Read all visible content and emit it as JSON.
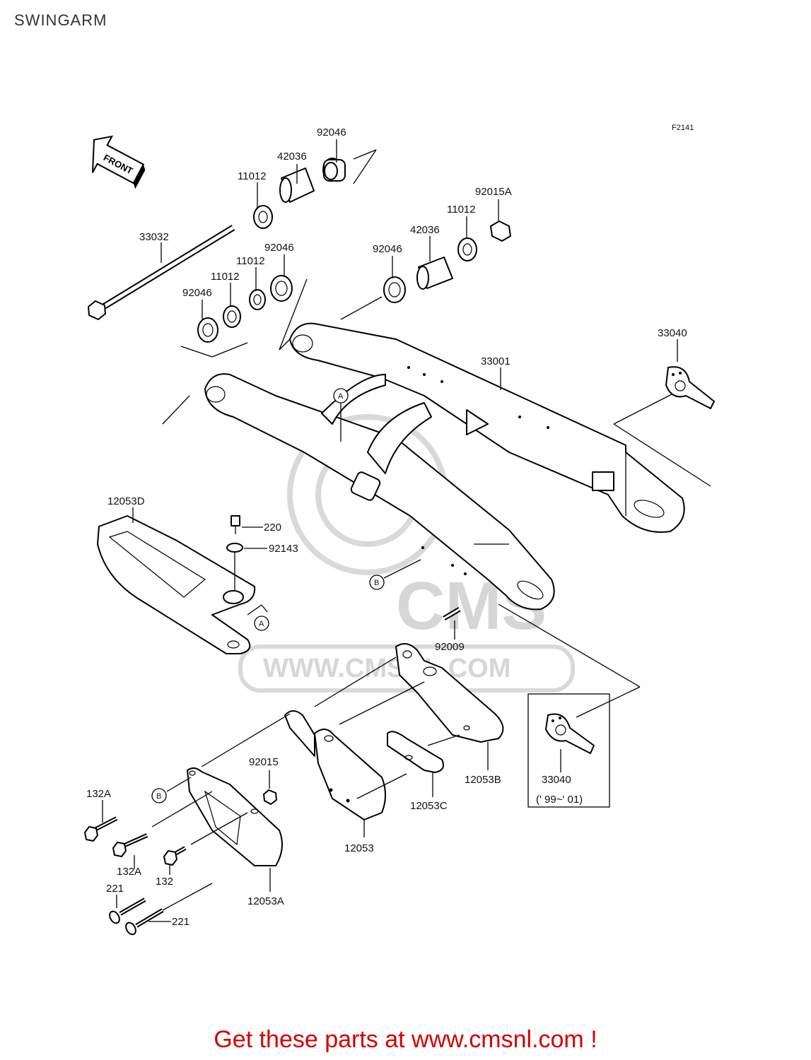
{
  "title": "SWINGARM",
  "figure_ref": "F2141",
  "front_label": "FRONT",
  "watermark": {
    "brand": "CMS",
    "url": "WWW.CMSNL.COM"
  },
  "callouts": {
    "c92046_top": "92046",
    "c42036_top": "42036",
    "c11012_top": "11012",
    "c33032": "33032",
    "c92046_l1": "92046",
    "c11012_l1": "11012",
    "c11012_l2": "11012",
    "c92046_l2": "92046",
    "c92015A": "92015A",
    "c11012_r": "11012",
    "c42036_r": "42036",
    "c92046_r": "92046",
    "c33001": "33001",
    "c33040_top": "33040",
    "ref_A1": "A",
    "ref_B1": "B",
    "c12053D": "12053D",
    "c220": "220",
    "c92143": "92143",
    "ref_A2": "A",
    "c92009": "92009",
    "c92015": "92015",
    "c12053B": "12053B",
    "c12053C": "12053C",
    "c12053": "12053",
    "c33040_bot": "33040",
    "years": "(' 99~' 01)",
    "c132A_1": "132A",
    "ref_B2": "B",
    "c132A_2": "132A",
    "c132": "132",
    "c221_1": "221",
    "c221_2": "221",
    "c12053A": "12053A"
  },
  "footer": {
    "text": "Get these parts at www.cmsnl.com !"
  },
  "colors": {
    "cta": "#d40000",
    "watermark": "#d9d9d9"
  }
}
